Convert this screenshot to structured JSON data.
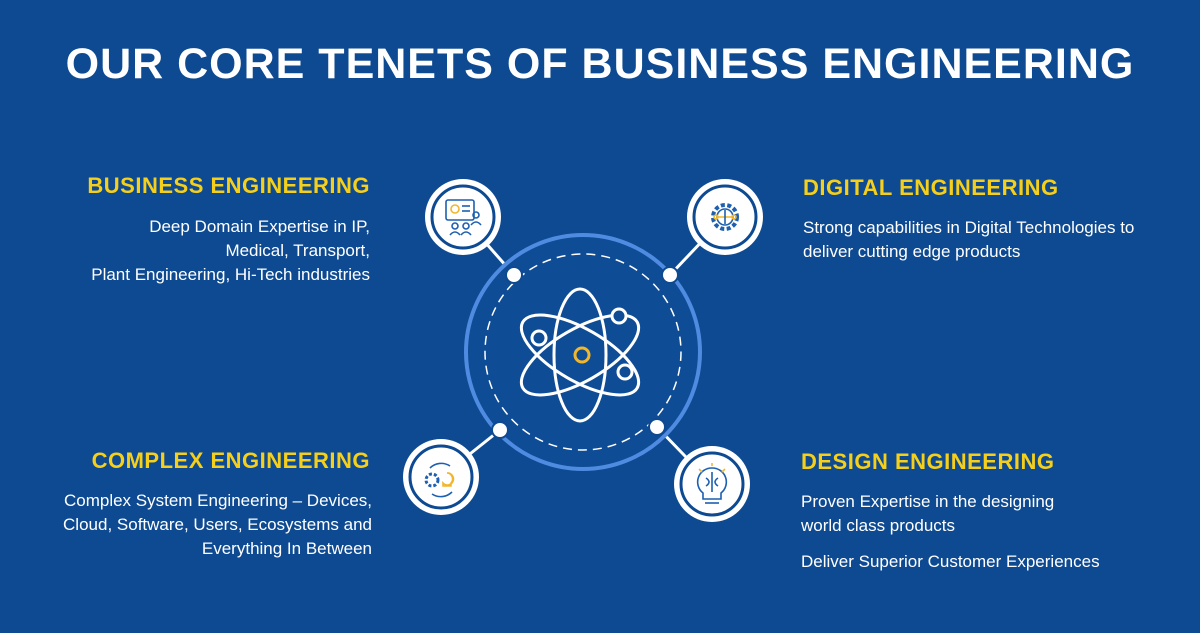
{
  "title": "OUR CORE TENETS OF BUSINESS ENGINEERING",
  "colors": {
    "background": "#0e4a91",
    "heading": "#f5cf1a",
    "ring": "#4f8be0",
    "icon": "#1d5fb0",
    "accent": "#f0b72d"
  },
  "tenets": {
    "business": {
      "heading": "BUSINESS ENGINEERING",
      "lines": [
        "Deep Domain Expertise in IP,",
        "Medical, Transport,",
        "Plant Engineering, Hi-Tech industries"
      ],
      "icon": "presentation-team-icon"
    },
    "digital": {
      "heading": "DIGITAL ENGINEERING",
      "lines": [
        "Strong capabilities in Digital Technologies to",
        "deliver cutting edge products"
      ],
      "icon": "digital-gear-icon"
    },
    "complex": {
      "heading": "COMPLEX ENGINEERING",
      "lines": [
        "Complex System Engineering – Devices,",
        "Cloud, Software, Users, Ecosystems and",
        "Everything In Between"
      ],
      "icon": "gear-cycle-bulb-icon"
    },
    "design": {
      "heading": "DESIGN ENGINEERING",
      "lines": [
        "Proven Expertise in the designing",
        "world class products"
      ],
      "extra": "Deliver Superior Customer Experiences",
      "icon": "brain-bulb-icon"
    }
  },
  "center_icon": "atom-icon"
}
